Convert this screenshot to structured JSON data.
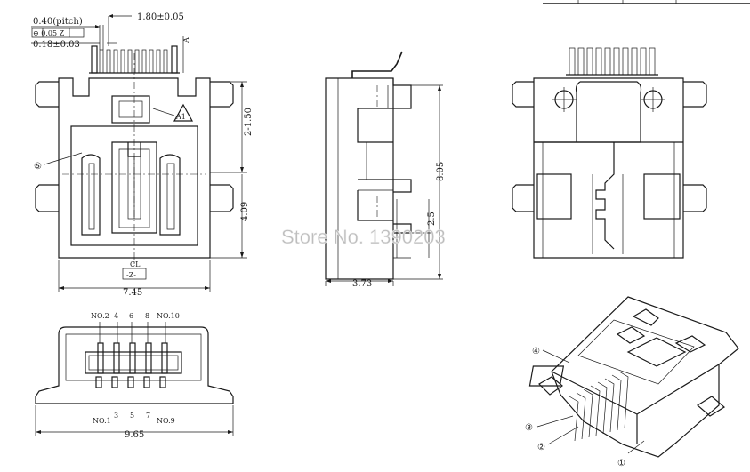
{
  "dimensions": {
    "pitch": "0.40(pitch)",
    "tolerance_box": "⊕ 0.05 Z",
    "pin_width": "0.18±0.03",
    "top_width": "1.80±0.05",
    "datum_a": "A",
    "height_2_150": "2-1.50",
    "height_409": "4.09",
    "width_745": "7.45",
    "side_height": "8.05",
    "side_small": "2.5",
    "side_width": "3.73",
    "front_width": "9.65",
    "center_label": "CL",
    "datum_z": "-Z-"
  },
  "callouts": {
    "a1": "A1",
    "c5": "⑤",
    "c4": "④",
    "c3": "③",
    "c2": "②",
    "c1": "①"
  },
  "pins": {
    "top": [
      "NO.2",
      "4",
      "6",
      "8",
      "NO.10"
    ],
    "bottom": [
      "NO.1",
      "3",
      "5",
      "7",
      "NO.9"
    ]
  },
  "watermark": "Store No. 1390203"
}
